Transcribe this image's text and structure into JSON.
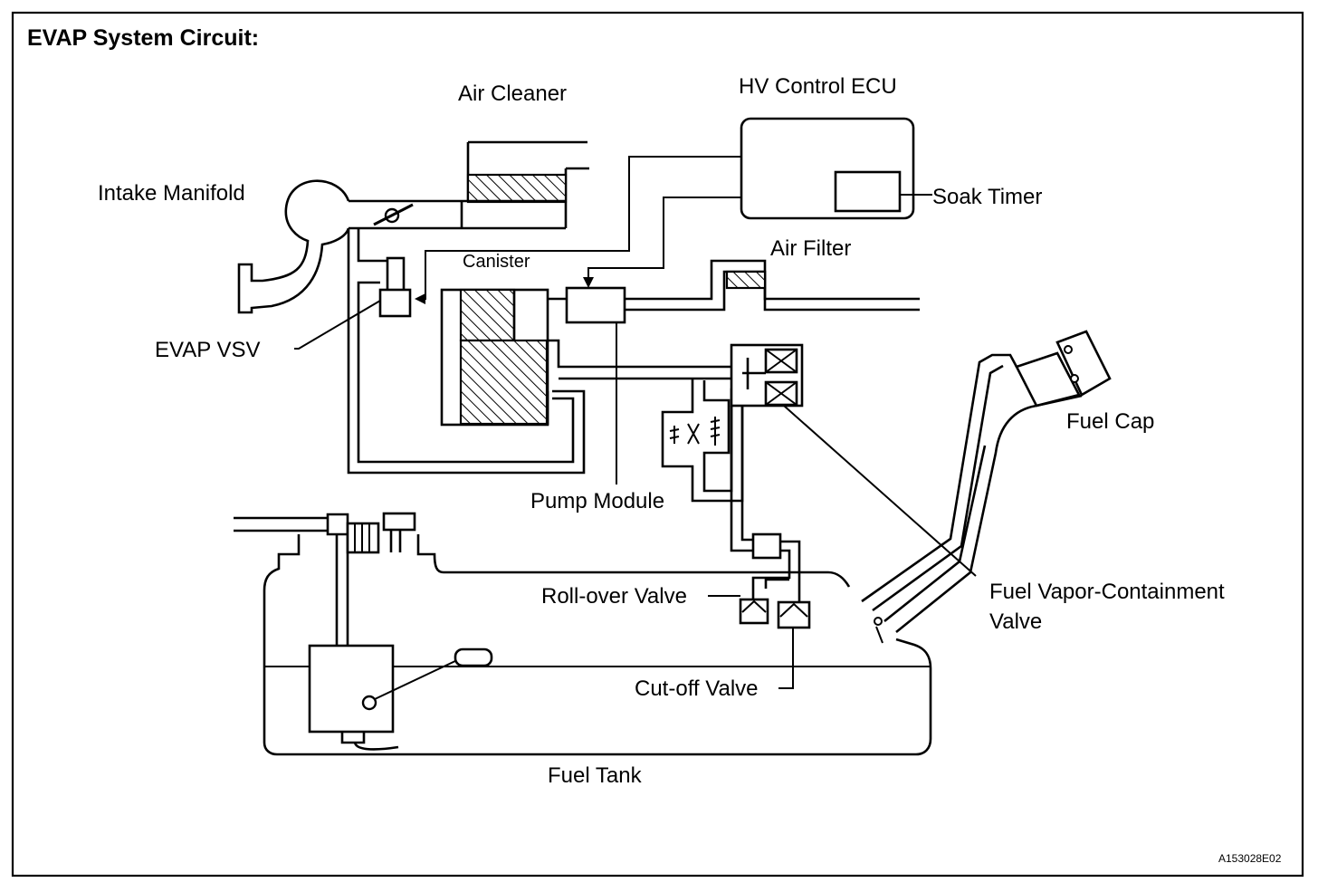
{
  "title": "EVAP System Circuit:",
  "figure_code": "A153028E02",
  "labels": {
    "air_cleaner": "Air Cleaner",
    "hv_control_ecu": "HV Control ECU",
    "intake_manifold": "Intake Manifold",
    "soak_timer": "Soak Timer",
    "canister": "Canister",
    "air_filter": "Air Filter",
    "evap_vsv": "EVAP VSV",
    "fuel_cap": "Fuel Cap",
    "pump_module": "Pump Module",
    "fuel_vapor_line1": "Fuel Vapor-Containment",
    "fuel_vapor_line2": "Valve",
    "roll_over_valve": "Roll-over Valve",
    "cut_off_valve": "Cut-off Valve",
    "fuel_tank": "Fuel Tank"
  }
}
